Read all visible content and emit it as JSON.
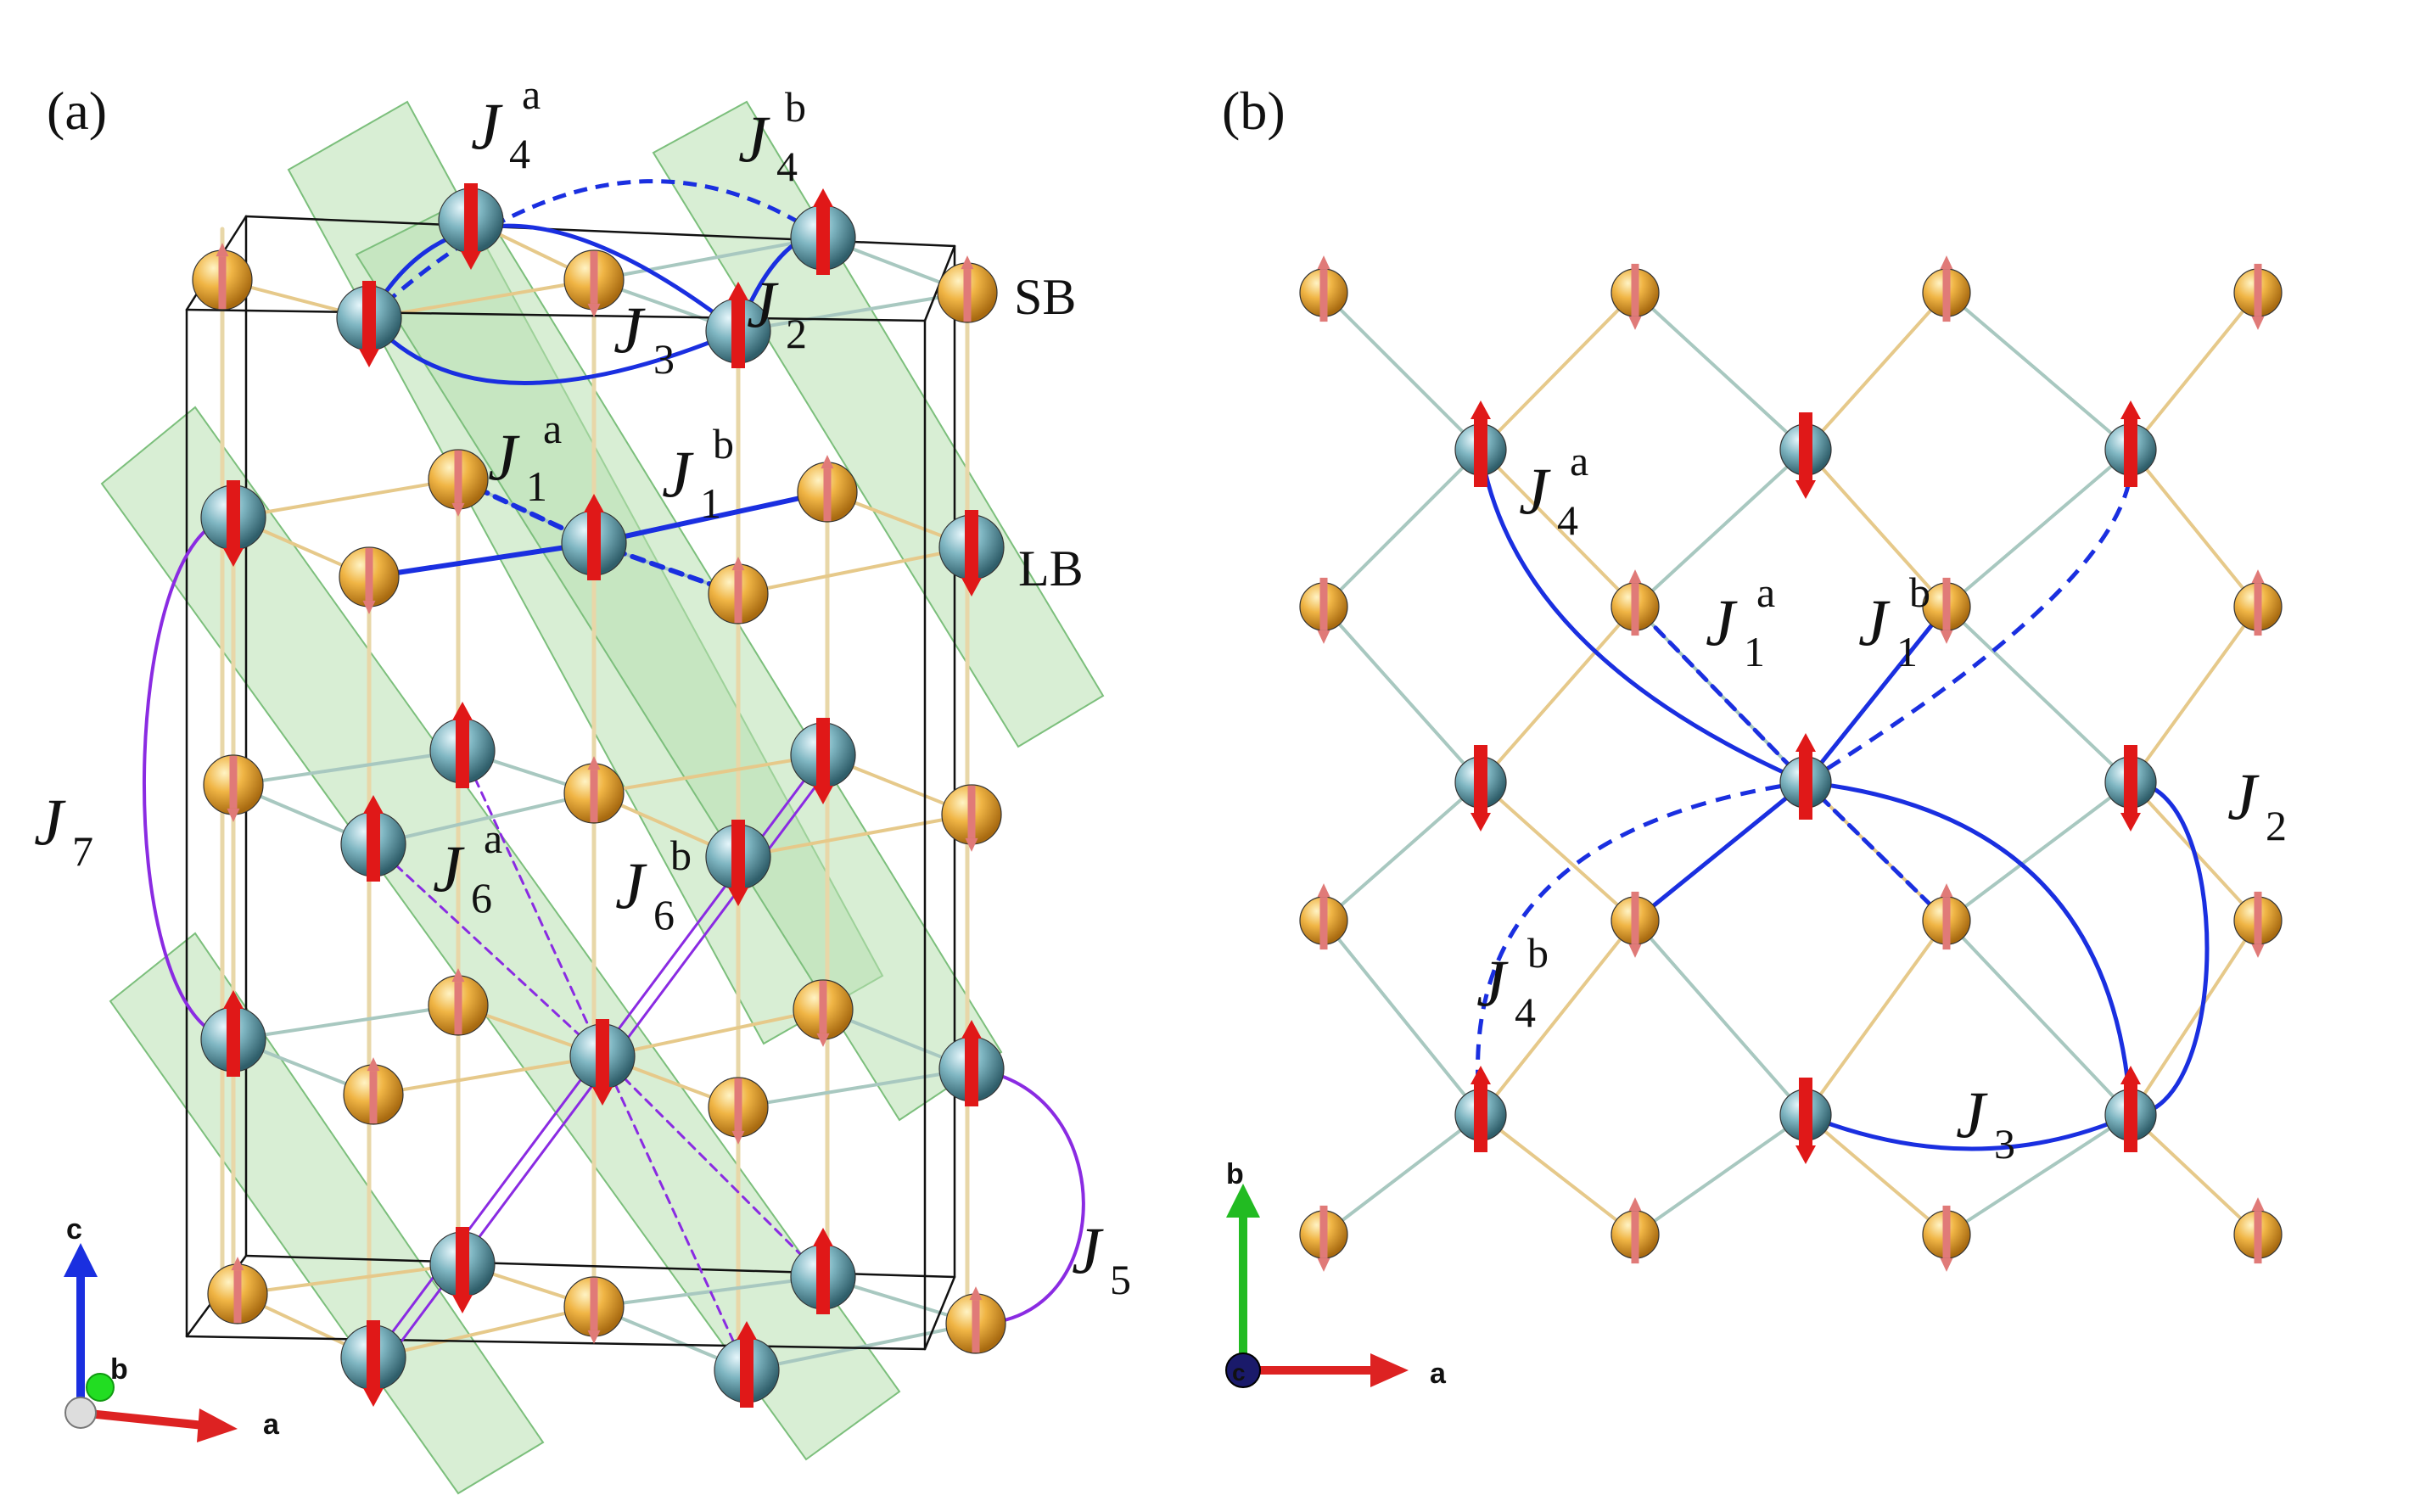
{
  "panels": {
    "a": {
      "label": "(a)",
      "coupling_labels": {
        "J4a": {
          "base": "J",
          "sub": "4",
          "sup": "a"
        },
        "J4b": {
          "base": "J",
          "sub": "4",
          "sup": "b"
        },
        "J3": {
          "base": "J",
          "sub": "3"
        },
        "J2": {
          "base": "J",
          "sub": "2"
        },
        "J1a": {
          "base": "J",
          "sub": "1",
          "sup": "a"
        },
        "J1b": {
          "base": "J",
          "sub": "1",
          "sup": "b"
        },
        "J6a": {
          "base": "J",
          "sub": "6",
          "sup": "a"
        },
        "J6b": {
          "base": "J",
          "sub": "6",
          "sup": "b"
        },
        "J7": {
          "base": "J",
          "sub": "7"
        },
        "J5": {
          "base": "J",
          "sub": "5"
        }
      },
      "site_labels": {
        "SB": "SB",
        "LB": "LB"
      },
      "axes": {
        "c": "c",
        "b": "b",
        "a": "a"
      }
    },
    "b": {
      "label": "(b)",
      "coupling_labels": {
        "J4a": {
          "base": "J",
          "sub": "4",
          "sup": "a"
        },
        "J1a": {
          "base": "J",
          "sub": "1",
          "sup": "a"
        },
        "J1b": {
          "base": "J",
          "sub": "1",
          "sup": "b"
        },
        "J2": {
          "base": "J",
          "sub": "2"
        },
        "J4b": {
          "base": "J",
          "sub": "4",
          "sup": "b"
        },
        "J3": {
          "base": "J",
          "sub": "3"
        }
      },
      "axes": {
        "b": "b",
        "c": "c",
        "a": "a"
      }
    }
  },
  "colors": {
    "gold_atom": "#e8a83a",
    "teal_atom": "#6fa8b5",
    "big_arrow": "#e01818",
    "small_arrow": "#e07a78",
    "solid_coupling": "#1a2fe0",
    "purple_coupling": "#8a2be2",
    "plane": "#b8e0b0",
    "bond_gold": "#e6c98a",
    "bond_teal": "#a8c8c0"
  }
}
